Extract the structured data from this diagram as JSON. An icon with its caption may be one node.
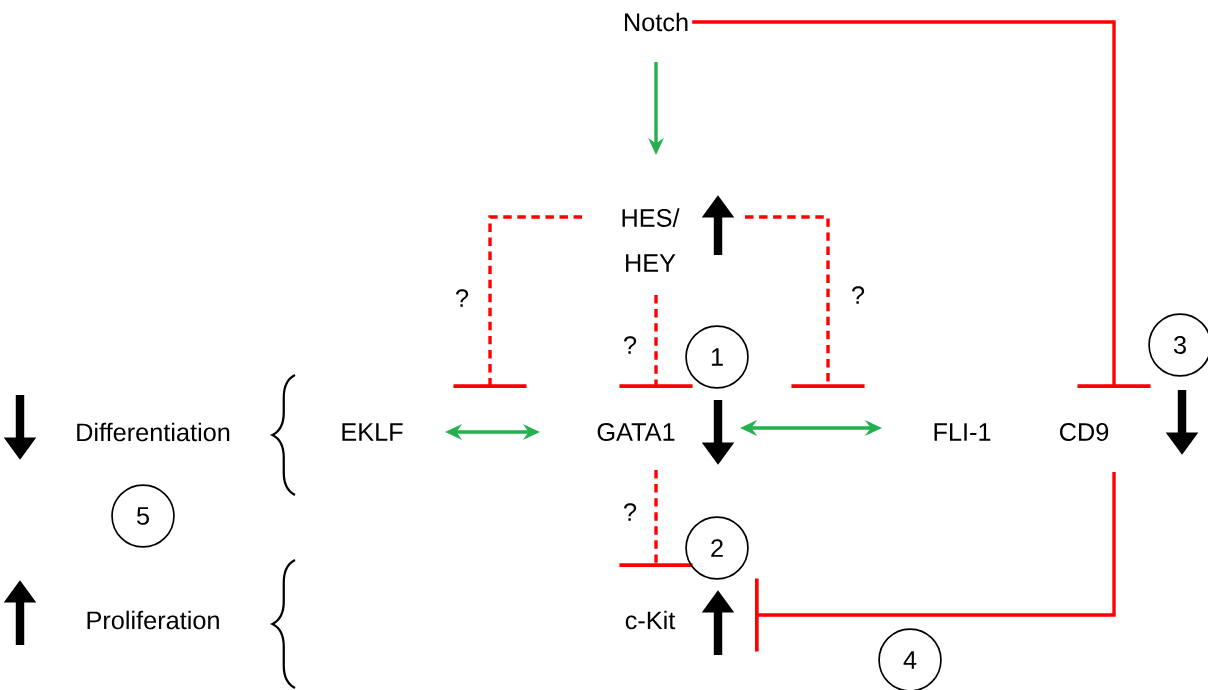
{
  "diagram": {
    "nodes": [
      {
        "text": [
          "Notch"
        ]
      },
      {
        "text": [
          "HES/ HEY"
        ]
      },
      {
        "text": [
          "EKLF"
        ]
      },
      {
        "text": [
          "GATA1"
        ]
      },
      {
        "text": [
          "FLI-1"
        ]
      },
      {
        "text": [
          "CD9"
        ]
      },
      {
        "text": [
          "c-Kit"
        ]
      },
      {
        "text": [
          "Differentiation"
        ]
      },
      {
        "text": [
          "Proliferation"
        ]
      }
    ],
    "edges": [
      {
        "from": 0,
        "to": 1,
        "arrow": "to",
        "color": "#22b14c"
      },
      {
        "from": 0,
        "to": 5,
        "arrow": "other"
      },
      {
        "from": 1,
        "to": 2,
        "arrow": "other",
        "style": "dashed",
        "label": "?"
      },
      {
        "from": 1,
        "to": 3,
        "arrow": "other",
        "style": "dashed",
        "label": "?"
      },
      {
        "from": 1,
        "to": 4,
        "arrow": "other",
        "style": "dashed",
        "label": "?"
      },
      {
        "from": 2,
        "to": 3,
        "arrow": "both",
        "color": "#22b14c"
      },
      {
        "from": 3,
        "to": 4,
        "arrow": "both",
        "color": "#22b14c"
      },
      {
        "from": 3,
        "to": 6,
        "arrow": "other",
        "style": "dashed",
        "label": "?"
      },
      {
        "from": 5,
        "to": 6,
        "arrow": "other"
      }
    ],
    "labels": [
      "1",
      "3",
      "5",
      "2",
      "4"
    ]
  }
}
